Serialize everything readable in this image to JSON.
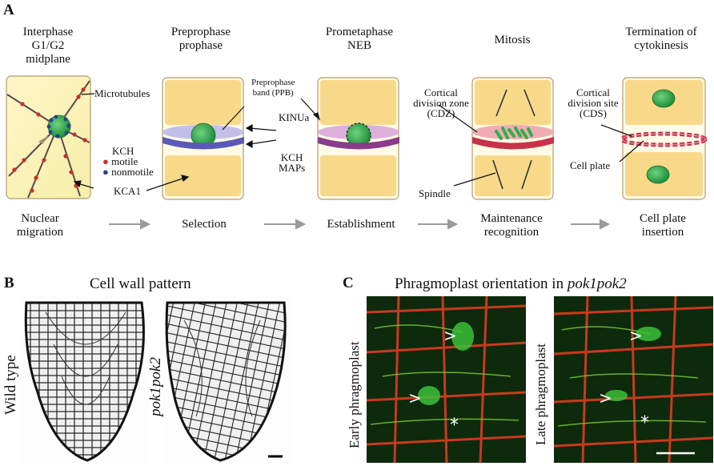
{
  "panelA": {
    "letter": "A",
    "stages": [
      {
        "title_lines": [
          "Interphase",
          "G1/G2",
          "midplane"
        ],
        "bottom_lines": [
          "Nuclear",
          "migration"
        ]
      },
      {
        "title_lines": [
          "Preprophase",
          "prophase"
        ],
        "bottom_lines": [
          "Selection"
        ]
      },
      {
        "title_lines": [
          "Prometaphase",
          "NEB"
        ],
        "bottom_lines": [
          "Establishment"
        ]
      },
      {
        "title_lines": [
          "Mitosis"
        ],
        "bottom_lines": [
          "Maintenance",
          "recognition"
        ]
      },
      {
        "title_lines": [
          "Termination of",
          "cytokinesis"
        ],
        "bottom_lines": [
          "Cell plate",
          "insertion"
        ]
      }
    ],
    "labels": {
      "microtubules": "Microtubules",
      "kch": "KCH",
      "motile": "motile",
      "nonmotile": "nonmotile",
      "kca1": "KCA1",
      "ppb_1": "Preprophase",
      "ppb_2": "band (PPB)",
      "kinua": "KINUa",
      "kch_maps_1": "KCH",
      "kch_maps_2": "MAPs",
      "cdz_1": "Cortical",
      "cdz_2": "division zone",
      "cdz_3": "(CDZ)",
      "spindle": "Spindle",
      "cds_1": "Cortical",
      "cds_2": "division site",
      "cds_3": "(CDS)",
      "cell_plate": "Cell plate"
    },
    "colors": {
      "cell_fill": "#f8d98a",
      "cell_edge": "#b39b6b",
      "nucleus": "#2fae4a",
      "ppb": "#6e6bc2",
      "cdz": "#c7324b",
      "est": "#9a3c9a",
      "motile": "#c9302c",
      "nonmotile": "#2e3e8f"
    }
  },
  "panelB": {
    "letter": "B",
    "title": "Cell wall pattern",
    "label_left": "Wild type",
    "label_right": "pok1pok2"
  },
  "panelC": {
    "letter": "C",
    "title_prefix": "Phragmoplast orientation in ",
    "title_italic": "pok1pok2",
    "label_left": "Early phragmoplast",
    "label_right": "Late phragmoplast",
    "marker_arrowhead": ">",
    "marker_star": "*"
  }
}
